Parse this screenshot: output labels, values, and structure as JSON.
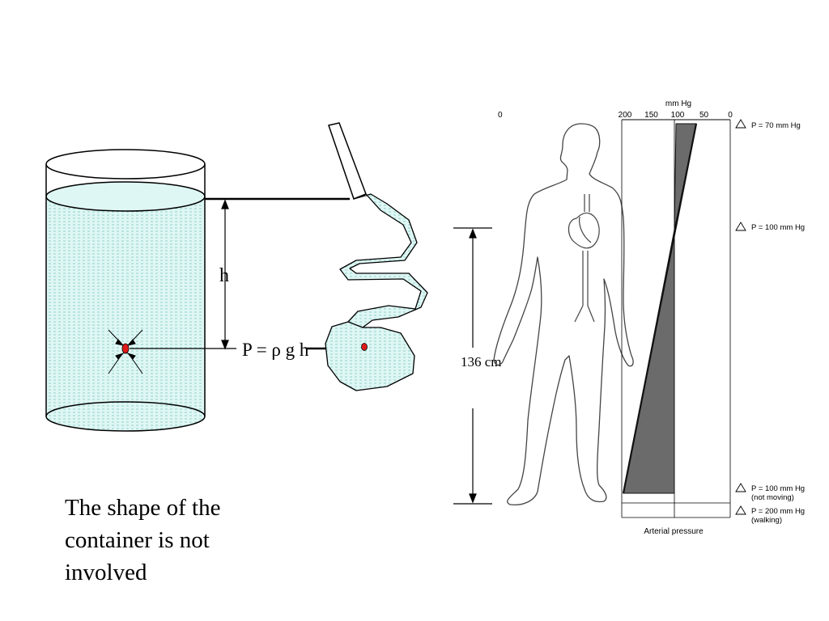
{
  "left_diagram": {
    "height_label": "h",
    "formula": "P = ρ g h",
    "caption": "The shape of the container is not involved",
    "water_color": "#dff7f4",
    "point_color": "#e01a1a"
  },
  "right_diagram": {
    "height_label": "136 cm",
    "zero_marker": "0",
    "axis_unit": "mm Hg",
    "axis_ticks": [
      "200",
      "150",
      "100",
      "50",
      "0"
    ],
    "bottom_label": "Arterial pressure",
    "annotations": [
      {
        "line1": "P = 70 mm Hg",
        "line2": ""
      },
      {
        "line1": "P = 100 mm Hg",
        "line2": ""
      },
      {
        "line1": "P = 100 mm Hg",
        "line2": "(not moving)"
      },
      {
        "line1": "P = 200 mm Hg",
        "line2": "(walking)"
      }
    ],
    "pressure_fill_color": "#6b6b6b"
  }
}
